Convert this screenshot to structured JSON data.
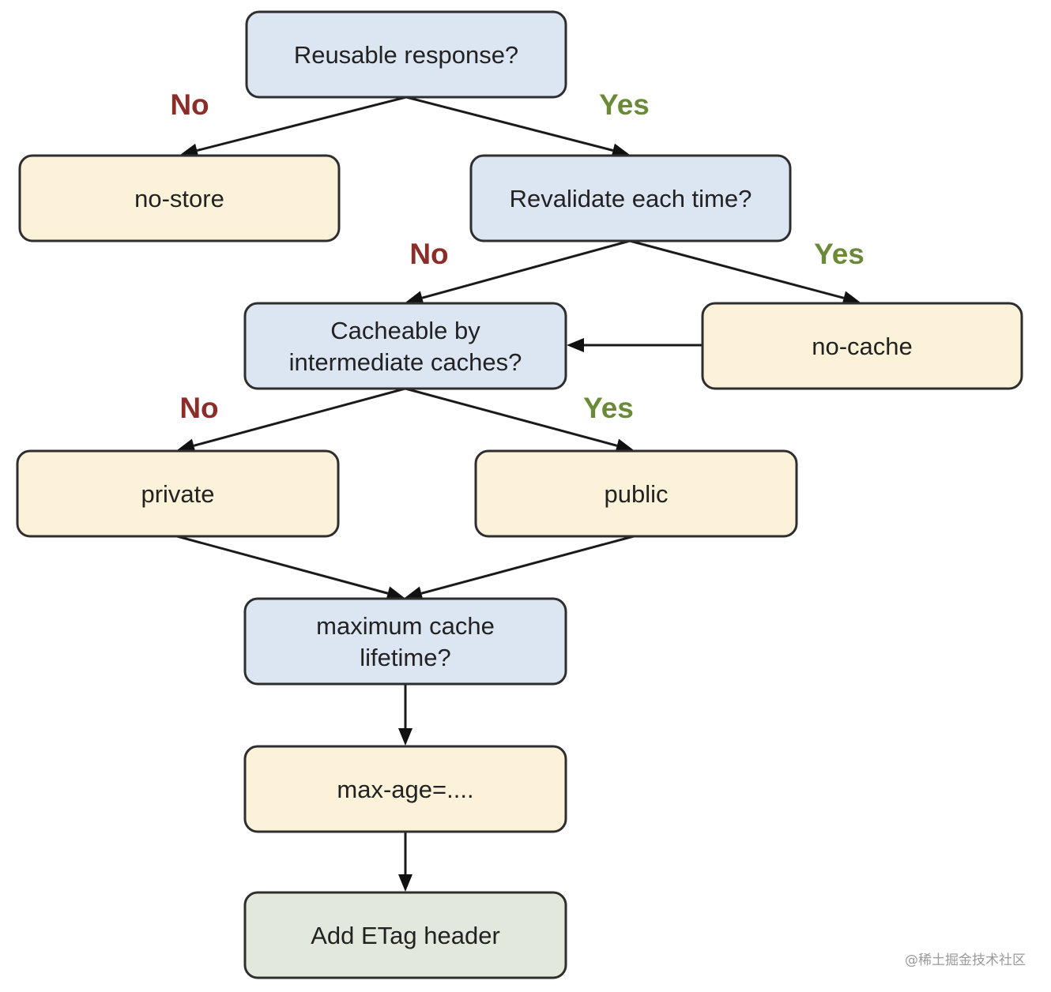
{
  "nodes": {
    "reusable": {
      "kind": "question",
      "lines": [
        "Reusable response?"
      ]
    },
    "no_store": {
      "kind": "outcome",
      "lines": [
        "no-store"
      ]
    },
    "revalidate": {
      "kind": "question",
      "lines": [
        "Revalidate each time?"
      ]
    },
    "cacheable": {
      "kind": "question",
      "lines": [
        "Cacheable by",
        "intermediate caches?"
      ]
    },
    "no_cache": {
      "kind": "outcome",
      "lines": [
        "no-cache"
      ]
    },
    "private": {
      "kind": "outcome",
      "lines": [
        "private"
      ]
    },
    "public": {
      "kind": "outcome",
      "lines": [
        "public"
      ]
    },
    "max_lifetime": {
      "kind": "question",
      "lines": [
        "maximum cache",
        "lifetime?"
      ]
    },
    "max_age": {
      "kind": "outcome",
      "lines": [
        "max-age=...."
      ]
    },
    "etag": {
      "kind": "final",
      "lines": [
        "Add ETag header"
      ]
    }
  },
  "edges": [
    {
      "from": "reusable",
      "to": "no_store",
      "label": "No"
    },
    {
      "from": "reusable",
      "to": "revalidate",
      "label": "Yes"
    },
    {
      "from": "revalidate",
      "to": "cacheable",
      "label": "No"
    },
    {
      "from": "revalidate",
      "to": "no_cache",
      "label": "Yes"
    },
    {
      "from": "no_cache",
      "to": "cacheable",
      "label": ""
    },
    {
      "from": "cacheable",
      "to": "private",
      "label": "No"
    },
    {
      "from": "cacheable",
      "to": "public",
      "label": "Yes"
    },
    {
      "from": "private",
      "to": "max_lifetime",
      "label": ""
    },
    {
      "from": "public",
      "to": "max_lifetime",
      "label": ""
    },
    {
      "from": "max_lifetime",
      "to": "max_age",
      "label": ""
    },
    {
      "from": "max_age",
      "to": "etag",
      "label": ""
    }
  ],
  "colors": {
    "question_fill": "#dce6f2",
    "outcome_fill": "#fbf2d9",
    "final_fill": "#e2e9dc",
    "no_label": "#8b2e2a",
    "yes_label": "#6a8a3a"
  },
  "watermark": "@稀土掘金技术社区"
}
